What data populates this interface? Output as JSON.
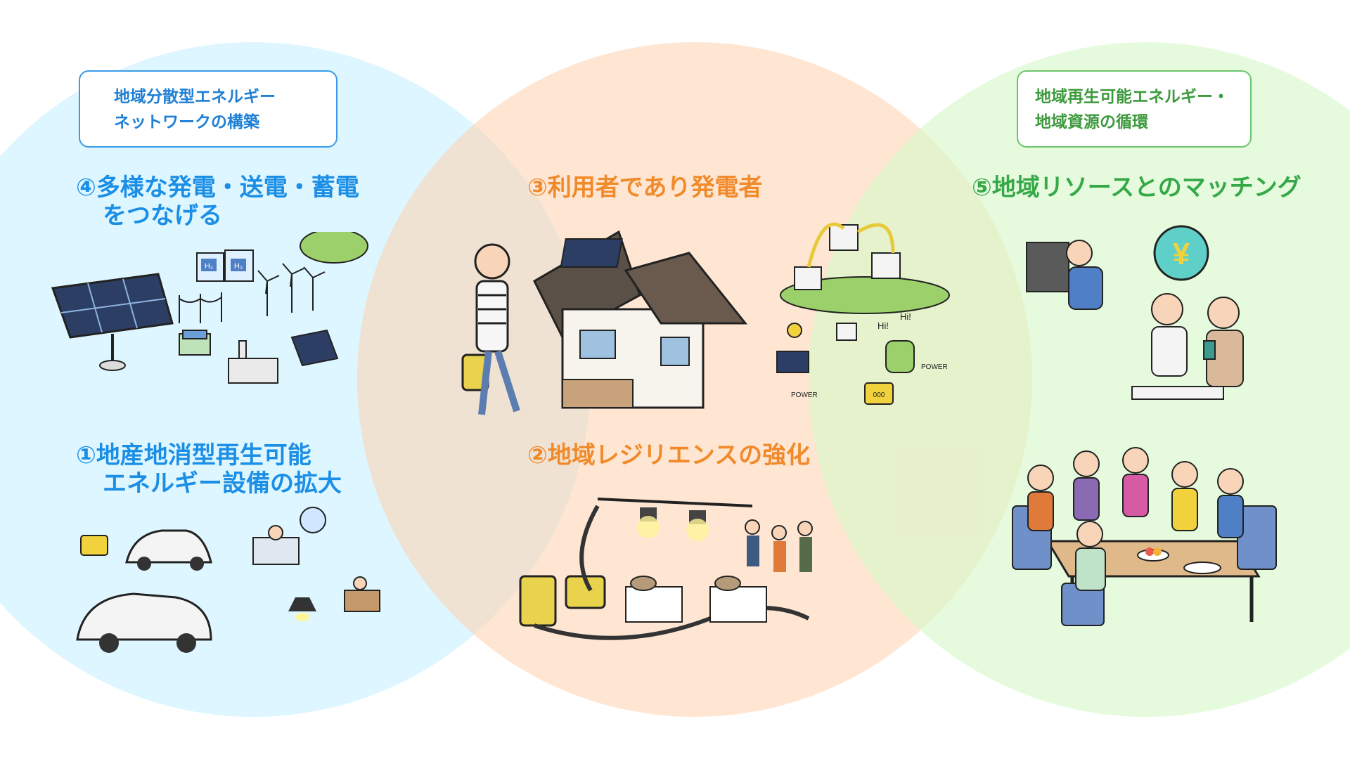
{
  "boxes": {
    "left": {
      "line1": "地域分散型エネルギー",
      "line2": "ネットワークの構築"
    },
    "right": {
      "line1": "地域再生可能エネルギー・",
      "line2": "地域資源の循環"
    }
  },
  "headings": {
    "h4": {
      "line1": "④多様な発電・送電・蓄電",
      "line2": "をつなげる"
    },
    "h1": {
      "line1": "①地産地消型再生可能",
      "line2": "エネルギー設備の拡大"
    },
    "h3": {
      "line1": "③利用者であり発電者"
    },
    "h2": {
      "line1": "②地域レジリエンスの強化"
    },
    "h5": {
      "line1": "⑤地域リソースとのマッチング"
    }
  },
  "illustration_text": {
    "h2_tank_1": "H₂",
    "h2_tank_2": "H₂",
    "greeting_1": "Hi!",
    "greeting_2": "Hi!",
    "power_1": "POWER",
    "power_2": "POWER",
    "battery_label": "000",
    "yen_symbol": "¥"
  },
  "colors": {
    "blue": "#1b8ee6",
    "orange": "#f08a2a",
    "green": "#35a848",
    "circle_left": "#c8f0ff",
    "circle_middle": "#ffd2af",
    "circle_right": "#d7f8c8"
  }
}
